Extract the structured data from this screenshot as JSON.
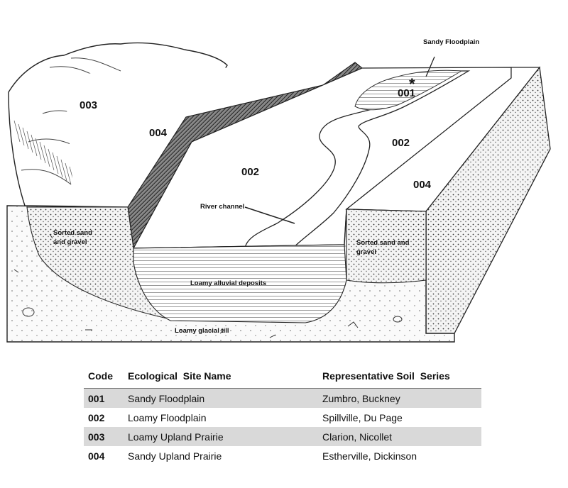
{
  "diagram": {
    "site_codes": {
      "upper_left_hills": "003",
      "upland_left": "004",
      "floodplain_left": "002",
      "sandy_floodplain": "001",
      "floodplain_right": "002",
      "upland_right": "004"
    },
    "labels": {
      "sandy_floodplain": "Sandy Floodplain",
      "river_channel": "River channel",
      "sorted_left_1": "Sorted sand",
      "sorted_left_2": "and gravel",
      "sorted_right_1": "Sorted sand and",
      "sorted_right_2": "gravel",
      "alluvial": "Loamy alluvial deposits",
      "till": "Loamy glacial till"
    },
    "marker": "*",
    "marker_color": "#cc2222"
  },
  "table": {
    "headers": [
      "Code",
      "Ecological  Site Name",
      "Representative Soil  Series"
    ],
    "rows": [
      {
        "code": "001",
        "name": "Sandy Floodplain",
        "soils": "Zumbro, Buckney"
      },
      {
        "code": "002",
        "name": "Loamy Floodplain",
        "soils": "Spillville, Du Page"
      },
      {
        "code": "003",
        "name": "Loamy Upland Prairie",
        "soils": "Clarion, Nicollet"
      },
      {
        "code": "004",
        "name": "Sandy Upland Prairie",
        "soils": "Estherville, Dickinson"
      }
    ]
  }
}
